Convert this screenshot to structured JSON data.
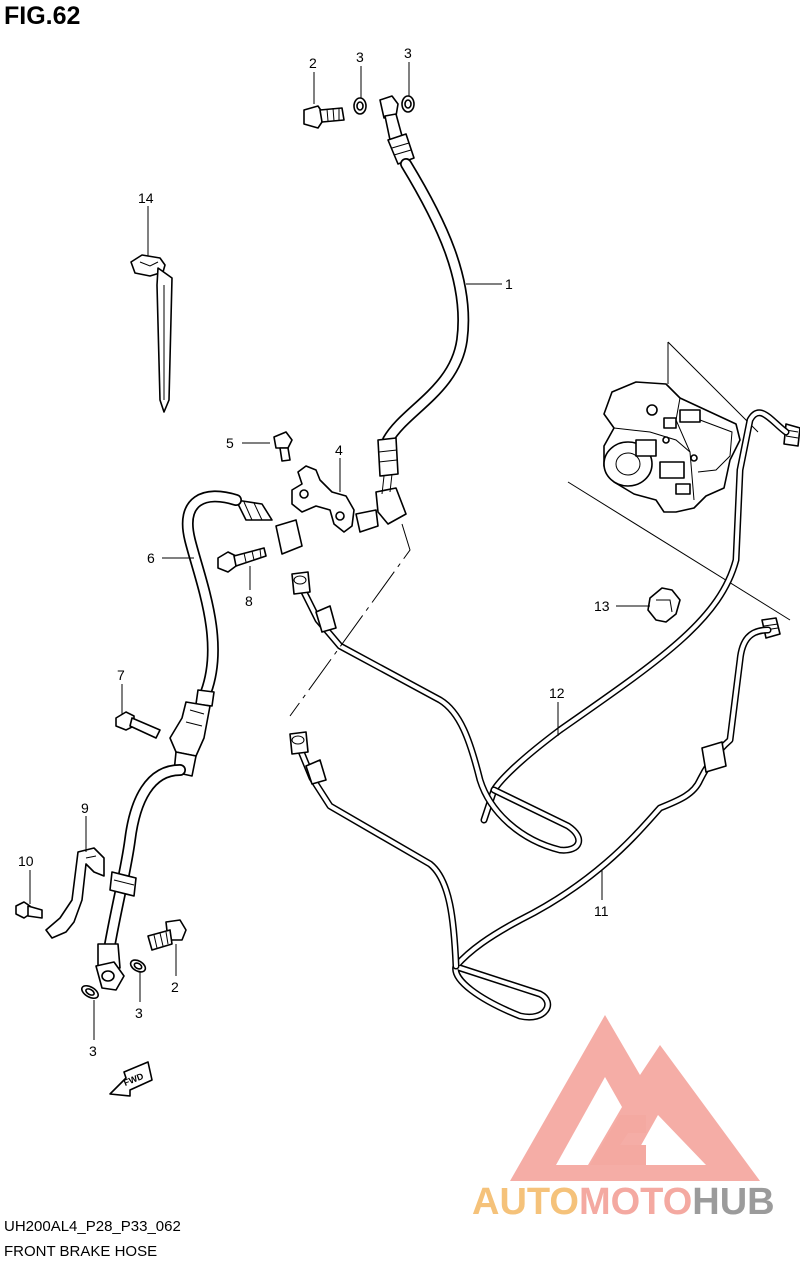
{
  "figure": {
    "title": "FIG.62",
    "code": "UH200AL4_P28_P33_062",
    "caption": "FRONT BRAKE HOSE"
  },
  "direction_marker": "FWD",
  "callouts": {
    "c1": "1",
    "c2a": "2",
    "c2b": "2",
    "c3a": "3",
    "c3b": "3",
    "c3c": "3",
    "c3d": "3",
    "c4": "4",
    "c5": "5",
    "c6": "6",
    "c7": "7",
    "c8": "8",
    "c9": "9",
    "c10": "10",
    "c11": "11",
    "c12": "12",
    "c13": "13",
    "c14": "14"
  },
  "watermark": {
    "part1": "AUTO",
    "part2": "MOTO",
    "part3": "HUB",
    "colors": {
      "auto": "#f5c27a",
      "moto": "#f4a9a1",
      "hub": "#9b9b9b",
      "triangle": "#f4a9a1"
    }
  }
}
